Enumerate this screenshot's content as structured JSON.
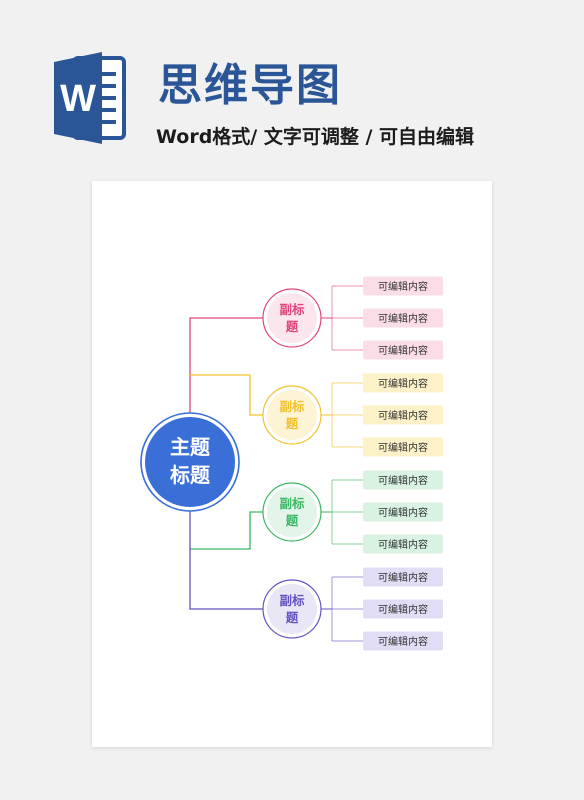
{
  "header": {
    "title": "思维导图",
    "subtitle": "Word格式/ 文字可调整 / 可自由编辑",
    "logo_letter": "W"
  },
  "mindmap": {
    "central": {
      "line1": "主题",
      "line2": "标题",
      "color": "#3a6fd8"
    },
    "branches": [
      {
        "line1": "副标",
        "line2": "题",
        "color": "#e0467c",
        "fill": "#fbe6ee",
        "leaf_fill": "#fbdde8",
        "leaves": [
          "可编辑内容",
          "可编辑内容",
          "可编辑内容"
        ]
      },
      {
        "line1": "副标",
        "line2": "题",
        "color": "#f2c12e",
        "fill": "#fdf4d6",
        "leaf_fill": "#fcf1c8",
        "leaves": [
          "可编辑内容",
          "可编辑内容",
          "可编辑内容"
        ]
      },
      {
        "line1": "副标",
        "line2": "题",
        "color": "#3cb766",
        "fill": "#e2f5e8",
        "leaf_fill": "#d9f2e2",
        "leaves": [
          "可编辑内容",
          "可编辑内容",
          "可编辑内容"
        ]
      },
      {
        "line1": "副标",
        "line2": "题",
        "color": "#6752c4",
        "fill": "#e9e6f6",
        "leaf_fill": "#e1ddf4",
        "leaves": [
          "可编辑内容",
          "可编辑内容",
          "可编辑内容"
        ]
      }
    ]
  }
}
